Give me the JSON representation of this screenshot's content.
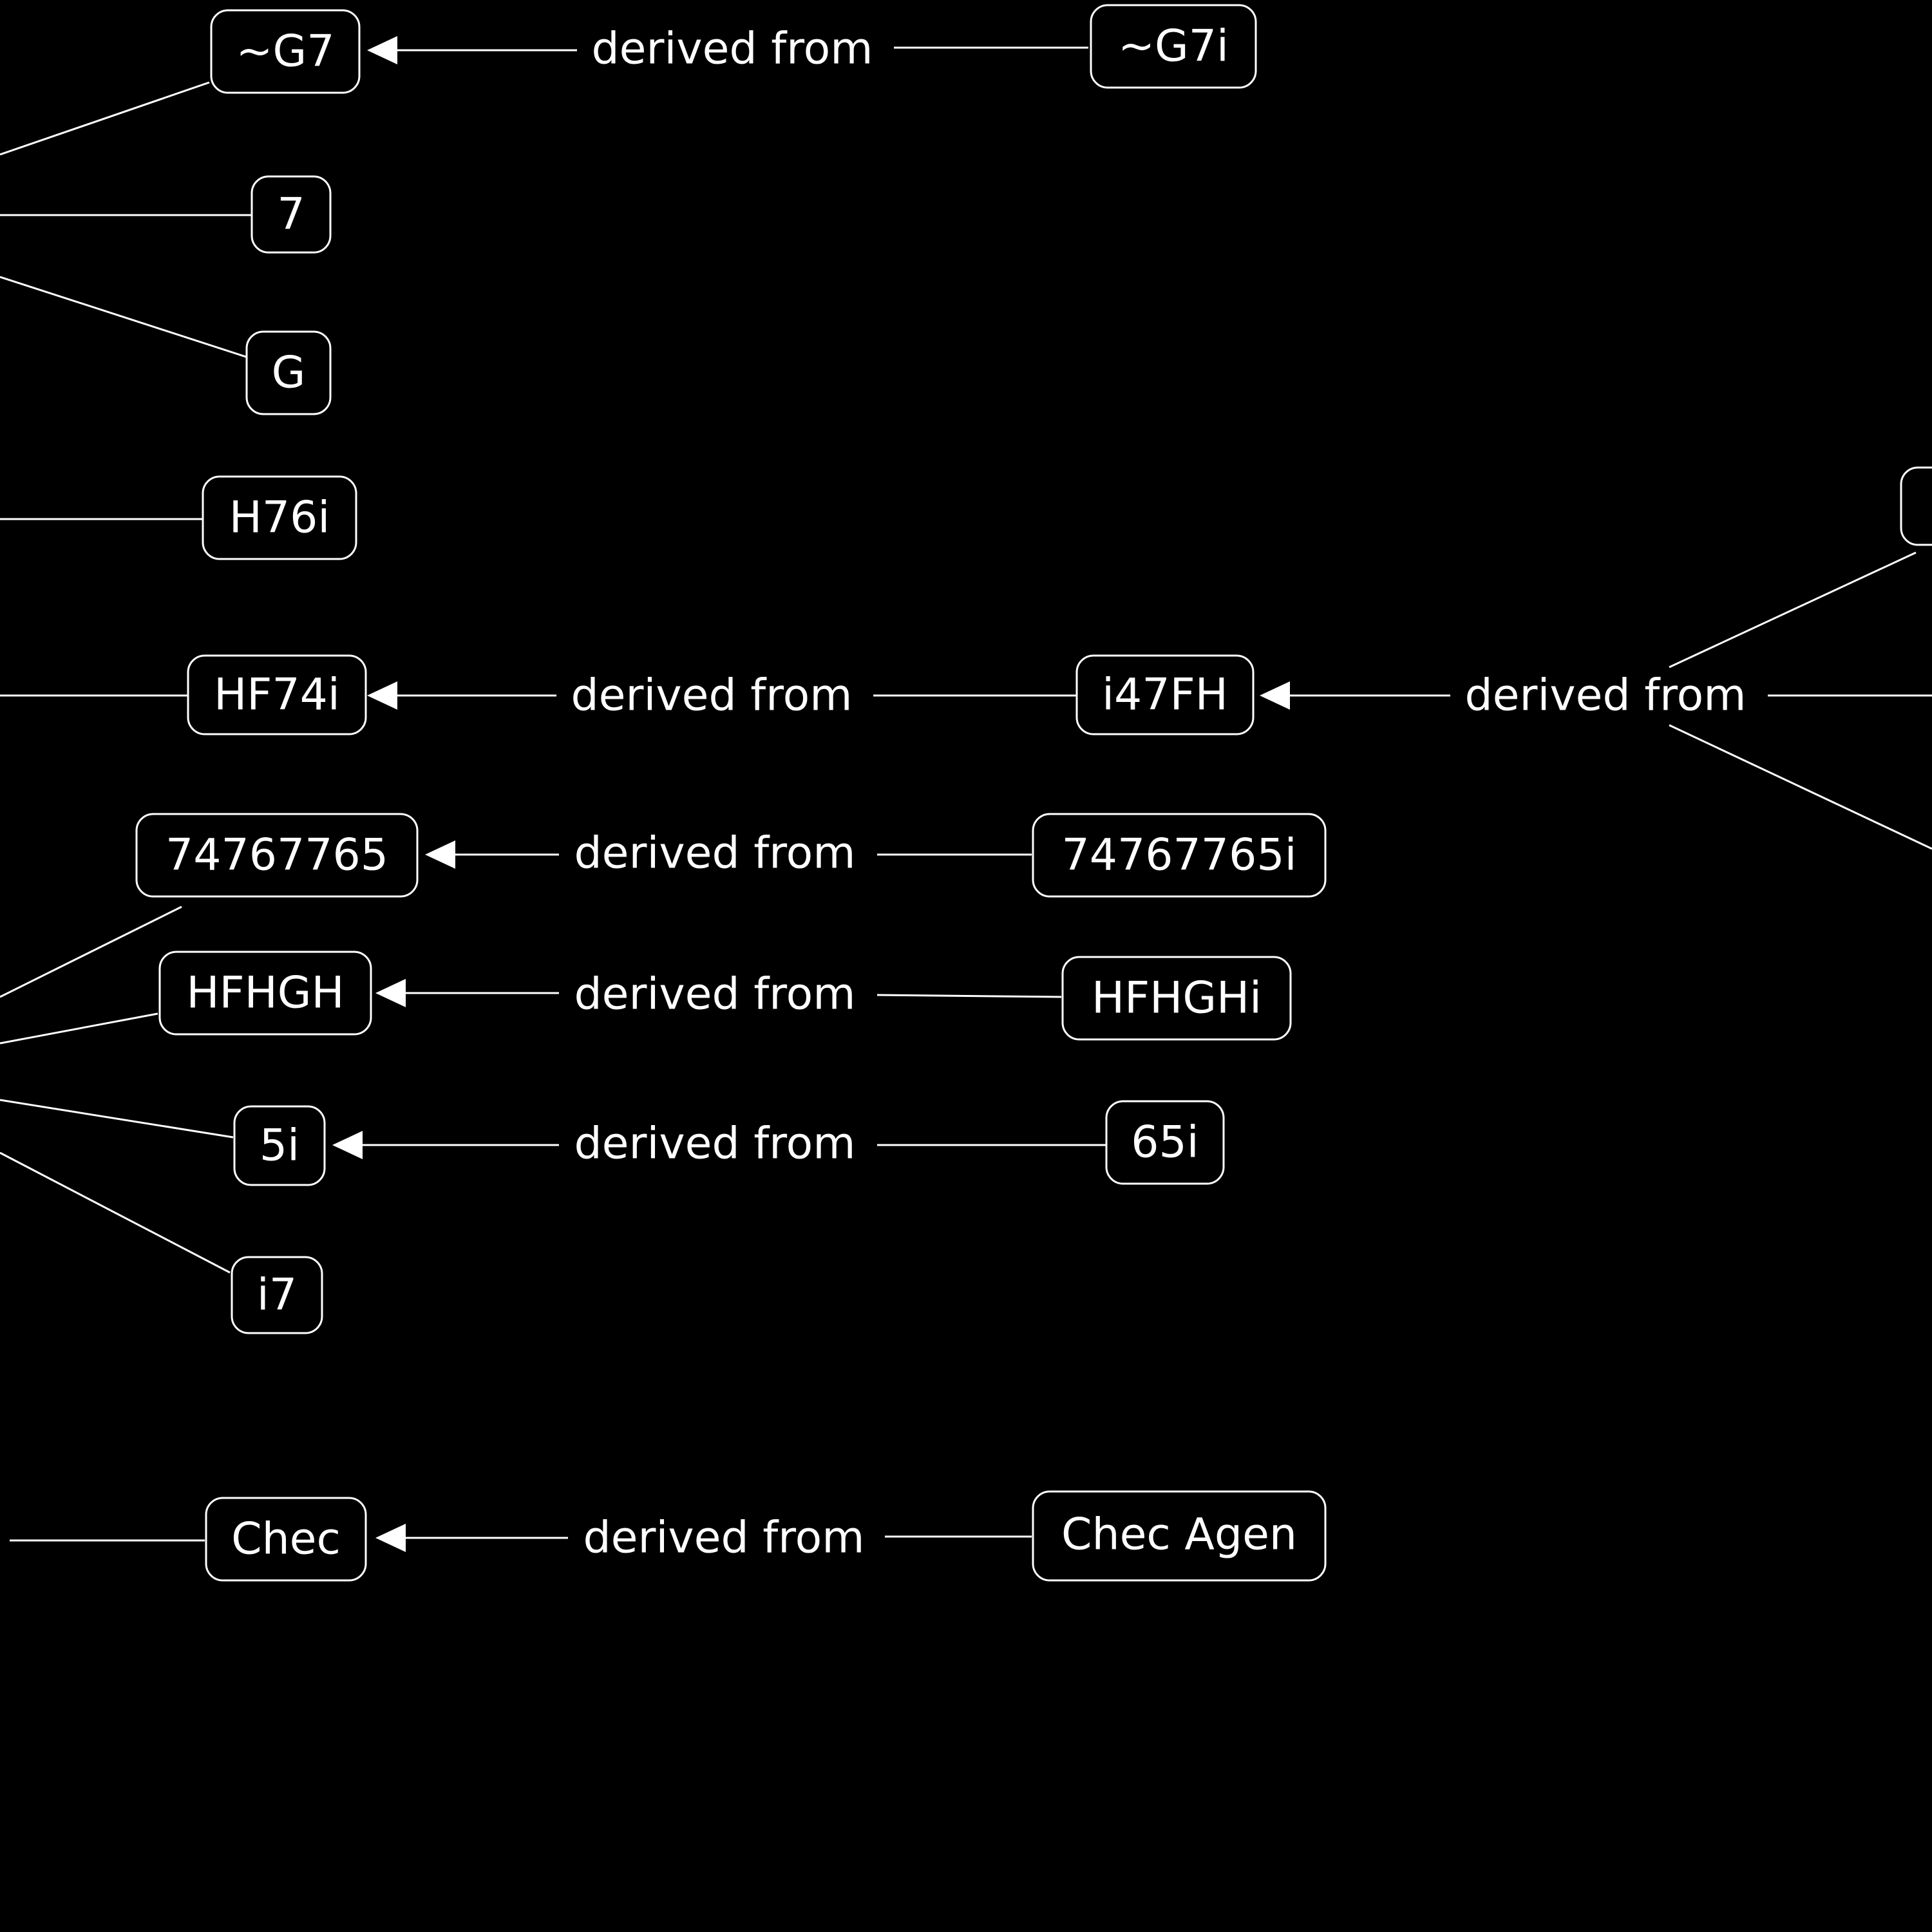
{
  "colors": {
    "background": "#000000",
    "foreground": "#ffffff"
  },
  "nodes": {
    "g7": "~G7",
    "g7i": "~G7i",
    "n7": "7",
    "g": "G",
    "h76i": "H76i",
    "hf74i": "HF74i",
    "i47fh": "i47FH",
    "n74767765": "74767765",
    "n74767765i": "74767765i",
    "hfhgh": "HFHGH",
    "hfhghi": "HFHGHi",
    "n5i": "5i",
    "n65i": "65i",
    "i7": "i7",
    "chec": "Chec",
    "chec_agen": "Chec Agen"
  },
  "edges": [
    {
      "from": "g7i",
      "to": "g7",
      "label": "derived from"
    },
    {
      "from": "i47fh",
      "to": "hf74i",
      "label": "derived from"
    },
    {
      "from": "",
      "to": "i47fh",
      "label": "derived from"
    },
    {
      "from": "n74767765i",
      "to": "n74767765",
      "label": "derived from"
    },
    {
      "from": "hfhghi",
      "to": "hfhgh",
      "label": "derived from"
    },
    {
      "from": "n65i",
      "to": "n5i",
      "label": "derived from"
    },
    {
      "from": "chec_agen",
      "to": "chec",
      "label": "derived from"
    }
  ]
}
